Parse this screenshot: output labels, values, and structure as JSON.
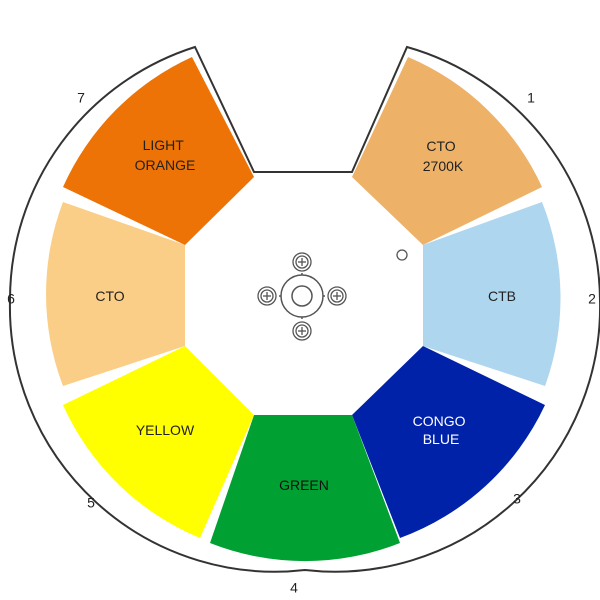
{
  "wheel": {
    "segments": [
      {
        "slot": "1",
        "lines": [
          "CTO",
          "2700K"
        ],
        "color": "#EDB168",
        "text_color": "#222222"
      },
      {
        "slot": "2",
        "lines": [
          "CTB"
        ],
        "color": "#AED6EE",
        "text_color": "#222222"
      },
      {
        "slot": "3",
        "lines": [
          "CONGO",
          "BLUE"
        ],
        "color": "#0022A8",
        "text_color": "#ffffff"
      },
      {
        "slot": "4",
        "lines": [
          "GREEN"
        ],
        "color": "#00A032",
        "text_color": "#111111"
      },
      {
        "slot": "5",
        "lines": [
          "YELLOW"
        ],
        "color": "#FFFF00",
        "text_color": "#222222"
      },
      {
        "slot": "6",
        "lines": [
          "CTO"
        ],
        "color": "#FACE86",
        "text_color": "#222222"
      },
      {
        "slot": "7",
        "lines": [
          "LIGHT",
          "ORANGE"
        ],
        "color": "#ED7307",
        "text_color": "#222222"
      }
    ]
  }
}
